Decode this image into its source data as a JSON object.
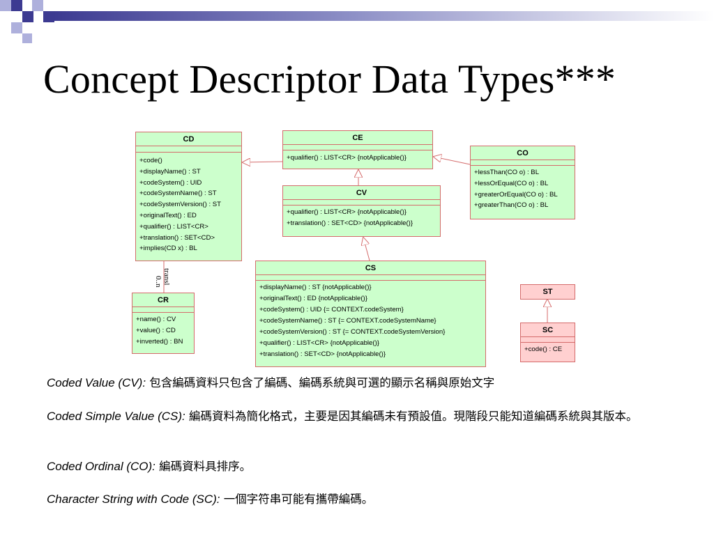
{
  "colors": {
    "accent": "#3c3a91",
    "lavender": "#aeb0dc",
    "box_fill": "#ccffcc",
    "box_border": "#d46a6a",
    "st_fill": "#ffd0d0"
  },
  "title": "Concept Descriptor Data Types***",
  "diagram": {
    "cd": {
      "name": "CD",
      "ops": [
        "+code()",
        "+displayName() : ST",
        "+codeSystem() : UID",
        "+codeSystemName() : ST",
        "+codeSystemVersion() : ST",
        "+originalText() : ED",
        "+qualifier() : LIST<CR>",
        "+translation() : SET<CD>",
        "+implies(CD x) : BL"
      ]
    },
    "ce": {
      "name": "CE",
      "ops": [
        "+qualifier() : LIST<CR> {notApplicable()}"
      ]
    },
    "cv": {
      "name": "CV",
      "ops": [
        "+qualifier() : LIST<CR> {notApplicable()}",
        "+translation() : SET<CD> {notApplicable()}"
      ]
    },
    "co": {
      "name": "CO",
      "ops": [
        "+lessThan(CO o) : BL",
        "+lessOrEqual(CO o) : BL",
        "+greaterOrEqual(CO o) : BL",
        "+greaterThan(CO o) : BL"
      ]
    },
    "cs": {
      "name": "CS",
      "ops": [
        "+displayName() : ST {notApplicable()}",
        "+originalText() : ED {notApplicable()}",
        "+codeSystem() : UID {= CONTEXT.codeSystem}",
        "+codeSystemName() : ST {= CONTEXT.codeSystemName}",
        "+codeSystemVersion() : ST {= CONTEXT.codeSystemVersion}",
        "+qualifier() : LIST<CR> {notApplicable()}",
        "+translation() : SET<CD> {notApplicable()}"
      ]
    },
    "cr": {
      "name": "CR",
      "ops": [
        "+name() : CV",
        "+value() : CD",
        "+inverted() : BN"
      ]
    },
    "st": {
      "name": "ST"
    },
    "sc": {
      "name": "SC",
      "ops": [
        "+code() : CE"
      ]
    },
    "assoc_label_1": "transl",
    "assoc_label_2": "0..n"
  },
  "descriptions": [
    {
      "term": "Coded Value (CV):",
      "text": " 包含編碼資料只包含了編碼、編碼系統與可選的顯示名稱與原始文字"
    },
    {
      "term": "Coded Simple Value (CS):",
      "text": " 編碼資料為簡化格式，主要是因其編碼未有預設值。現階段只能知道編碼系統與其版本。"
    },
    {
      "term": "Coded Ordinal (CO):",
      "text": " 編碼資料具排序。"
    },
    {
      "term": "Character String with Code (SC):",
      "text": " 一個字符串可能有攜帶編碼。"
    }
  ]
}
